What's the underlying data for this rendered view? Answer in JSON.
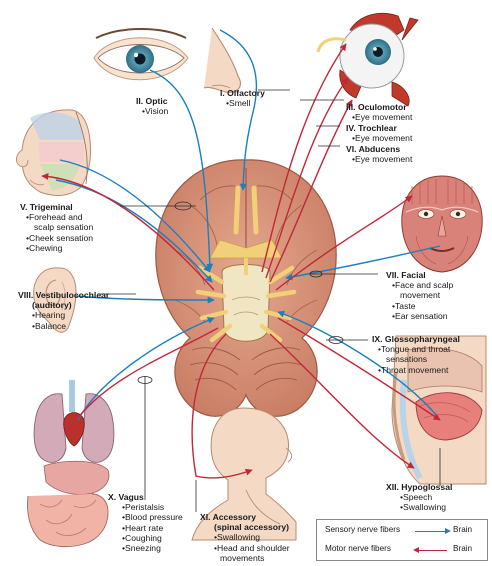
{
  "colors": {
    "sensory": "#1b7fbf",
    "motor": "#c0283a",
    "brain": "#cf8c73",
    "nerve": "#f2d07a"
  },
  "nerves": {
    "olfactory": {
      "title": "I. Olfactory",
      "items": [
        "Smell"
      ]
    },
    "optic": {
      "title": "II. Optic",
      "items": [
        "Vision"
      ]
    },
    "oculomotor": {
      "title": "III. Oculomotor",
      "items": [
        "Eye movement"
      ]
    },
    "trochlear": {
      "title": "IV. Trochlear",
      "items": [
        "Eye movement"
      ]
    },
    "abducens": {
      "title": "VI. Abducens",
      "items": [
        "Eye movement"
      ]
    },
    "trigeminal": {
      "title": "V. Trigeminal",
      "items": [
        "Forehead and",
        "scalp sensation",
        "Cheek sensation",
        "Chewing"
      ]
    },
    "facial": {
      "title": "VII. Facial",
      "items": [
        "Face and scalp",
        "movement",
        "Taste",
        "Ear sensation"
      ]
    },
    "vestibulocochlear": {
      "title": "VIII. Vestibulocochlear",
      "subtitle": "(auditory)",
      "items": [
        "Hearing",
        "Balance"
      ]
    },
    "glossopharyngeal": {
      "title": "IX. Glossopharyngeal",
      "items": [
        "Tongue and throat",
        "sensations",
        "Throat movement"
      ]
    },
    "vagus": {
      "title": "X. Vagus",
      "items": [
        "Peristalsis",
        "Blood pressure",
        "Heart rate",
        "Coughing",
        "Sneezing"
      ]
    },
    "accessory": {
      "title": "XI. Accessory",
      "subtitle": "(spinal accessory)",
      "items": [
        "Swallowing",
        "Head and shoulder",
        "movements"
      ]
    },
    "hypoglossal": {
      "title": "XII. Hypoglossal",
      "items": [
        "Speech",
        "Swallowing"
      ]
    }
  },
  "legend": {
    "sensory_label": "Sensory nerve fibers",
    "motor_label": "Motor nerve fibers",
    "target": "Brain"
  }
}
